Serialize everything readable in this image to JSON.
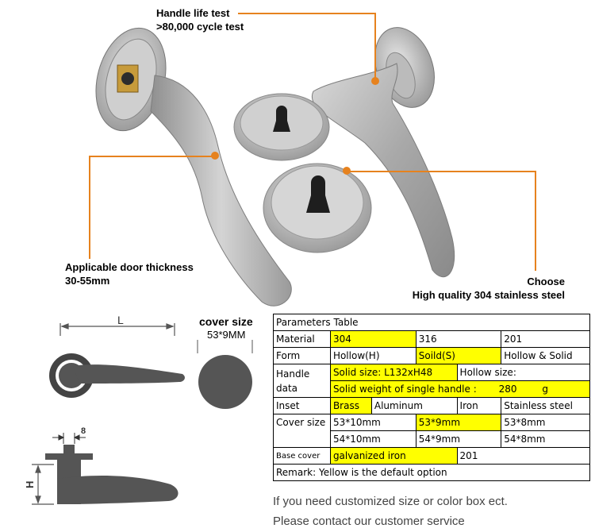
{
  "callouts": {
    "life_test_title": "Handle life test",
    "life_test_value": ">80,000 cycle test",
    "door_thickness_title": "Applicable door thickness",
    "door_thickness_value": "30-55mm",
    "choose_title": "Choose",
    "choose_value": "High quality 304 stainless steel"
  },
  "diagram": {
    "length_label": "L",
    "height_label": "H",
    "eight_label": "8",
    "cover_size_title": "cover size",
    "cover_size_value": "53*9MM"
  },
  "table": {
    "title": "Parameters Table",
    "material": {
      "label": "Material",
      "opt1": "304",
      "opt2": "316",
      "opt3": "201"
    },
    "form": {
      "label": "Form",
      "opt1": "Hollow(H)",
      "opt2": "Soild(S)",
      "opt3": "Hollow & Solid"
    },
    "handle": {
      "label_line1": "Handle",
      "label_line2": "data",
      "solid_size": "Solid size: L132xH48",
      "hollow_size": "Hollow size:",
      "solid_weight": "Solid weight of single handle :",
      "weight_value": "280",
      "weight_unit": "g"
    },
    "inset": {
      "label": "Inset",
      "opt1": "Brass",
      "opt2": "Aluminum",
      "opt3": "Iron",
      "opt4": "Stainless steel"
    },
    "cover": {
      "label": "Cover size",
      "r1c1": "53*10mm",
      "r1c2": "53*9mm",
      "r1c3": "53*8mm",
      "r2c1": "54*10mm",
      "r2c2": "54*9mm",
      "r2c3": "54*8mm"
    },
    "base": {
      "label": "Base cover",
      "opt1": "galvanized iron",
      "opt2": "201"
    },
    "remark": "Remark: Yellow is the default option"
  },
  "notes": {
    "line1": "If you need customized size or color box ect.",
    "line2": "Please contact our customer service"
  },
  "colors": {
    "accent": "#e6821e",
    "highlight": "#ffff00",
    "metal": "#b8b8b8",
    "diagram": "#555555"
  }
}
